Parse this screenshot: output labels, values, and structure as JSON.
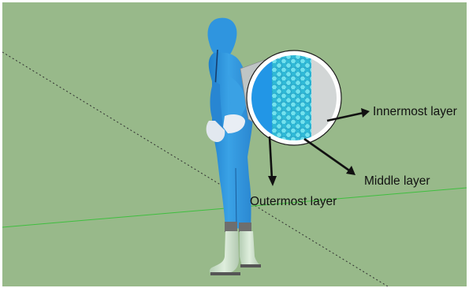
{
  "figure": {
    "labels": {
      "innermost": "Innermost layer",
      "middle": "Middle layer",
      "outermost": "Outermost layer"
    }
  },
  "colors": {
    "ground": "#98b98a",
    "suit": "#2e93dc",
    "suit_light": "#5fb6ee",
    "suit_dark": "#1f6fb0",
    "glove": "#dfe6ee",
    "boot": "#c9ddc9",
    "boot_sole": "#5a5a5a",
    "layer_outer": "#2296e6",
    "layer_middle": "#37c4d9",
    "layer_inner": "#d2d6d6",
    "arrow": "#111111",
    "green_line": "#3fbf3f"
  },
  "icons": {
    "figure": "worker-in-protective-suit-icon",
    "magnifier": "fabric-cross-section-magnifier-icon"
  }
}
